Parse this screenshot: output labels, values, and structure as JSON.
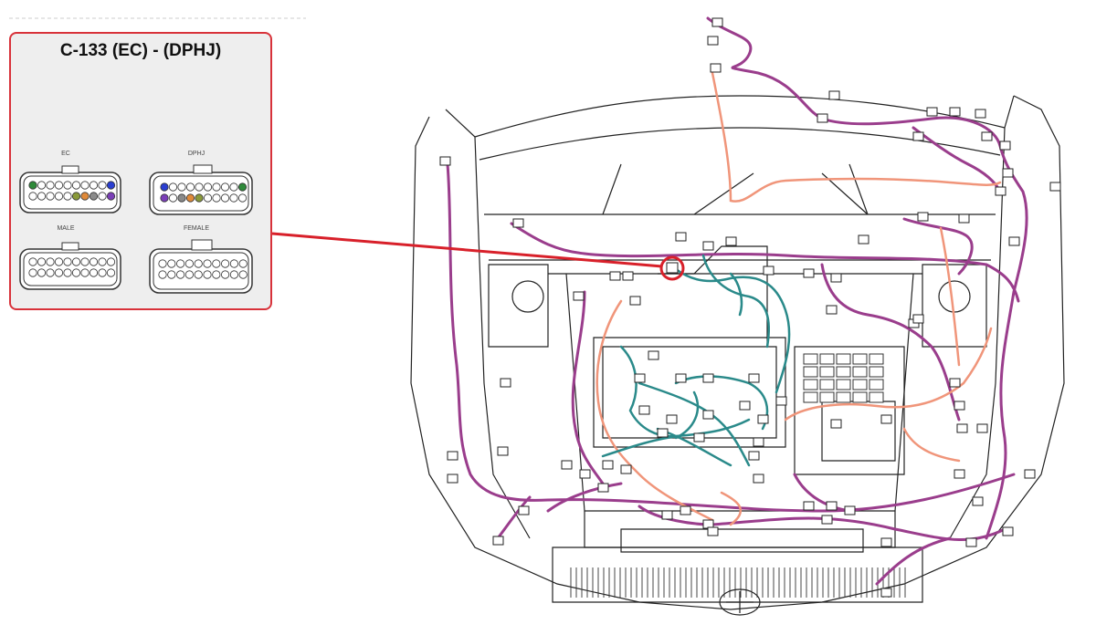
{
  "callout": {
    "title": "C-133 (EC) - (DPHJ)",
    "connectors": [
      {
        "label": "EC"
      },
      {
        "label": "DPHJ"
      },
      {
        "label": "MALE"
      },
      {
        "label": "FEMALE"
      }
    ]
  },
  "colors": {
    "callout_border": "#d8323a",
    "highlight_circle": "#d8202a",
    "wire_purple": "#9a3d8c",
    "wire_salmon": "#f0957a",
    "wire_teal": "#2a8a8a",
    "pin_green": "#2f8a3a",
    "pin_blue": "#2b3fd1",
    "pin_purple": "#7b3fb8",
    "pin_orange": "#e08a3a",
    "pin_olive": "#8a9a3a",
    "pin_gray": "#8a8a8a"
  }
}
